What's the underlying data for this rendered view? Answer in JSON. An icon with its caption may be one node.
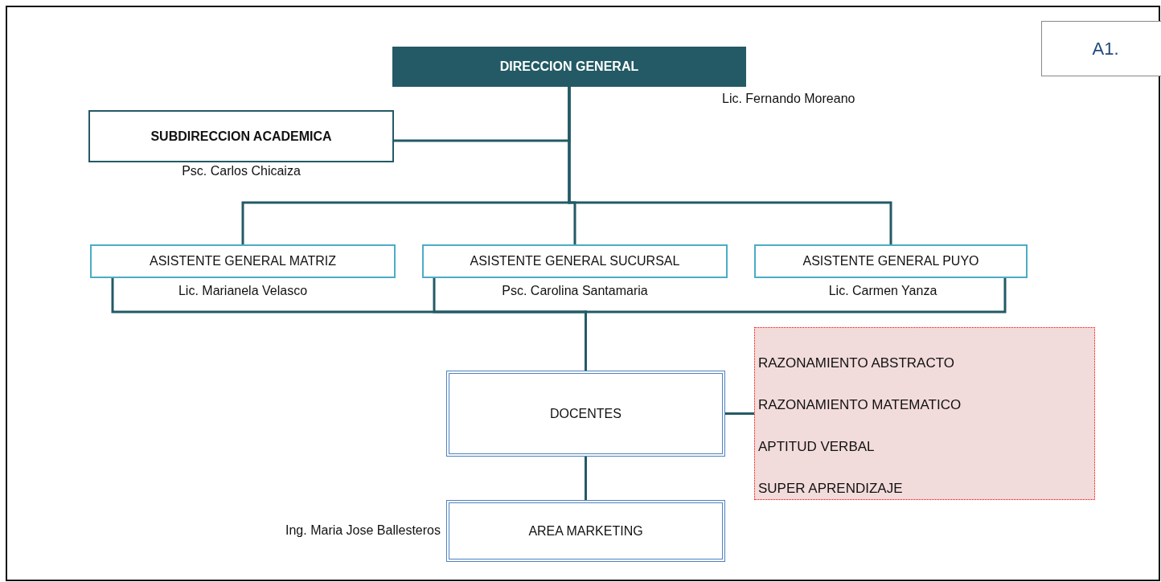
{
  "diagram": {
    "nodes": [
      {
        "text": [
          "DIRECCION GENERAL"
        ],
        "beside": [
          "Lic. Fernando Moreano"
        ]
      },
      {
        "text": [
          "SUBDIRECCION ACADEMICA"
        ],
        "beside": [
          "Psc. Carlos Chicaiza"
        ]
      },
      {
        "text": [
          "ASISTENTE GENERAL MATRIZ"
        ],
        "beside": [
          "Lic. Marianela Velasco"
        ]
      },
      {
        "text": [
          "ASISTENTE GENERAL SUCURSAL"
        ],
        "beside": [
          "Psc. Carolina Santamaria"
        ]
      },
      {
        "text": [
          "ASISTENTE GENERAL PUYO"
        ],
        "beside": [
          "Lic. Carmen Yanza"
        ]
      },
      {
        "text": [
          "DOCENTES"
        ]
      },
      {
        "text": [
          "RAZONAMIENTO ABSTRACTO",
          "RAZONAMIENTO MATEMATICO",
          "APTITUD VERBAL",
          "SUPER APRENDIZAJE"
        ]
      },
      {
        "text": [
          "AREA MARKETING"
        ],
        "beside": [
          "Ing. Maria Jose Ballesteros"
        ]
      },
      {
        "text": [
          "A1."
        ]
      }
    ],
    "edges": [
      {
        "from": 0,
        "to": 1,
        "arrow": "none"
      },
      {
        "from": 0,
        "to": 2,
        "arrow": "none"
      },
      {
        "from": 0,
        "to": 3,
        "arrow": "none"
      },
      {
        "from": 0,
        "to": 4,
        "arrow": "none"
      },
      {
        "from": 2,
        "to": 5,
        "arrow": "none"
      },
      {
        "from": 3,
        "to": 5,
        "arrow": "none"
      },
      {
        "from": 4,
        "to": 5,
        "arrow": "none"
      },
      {
        "from": 5,
        "to": 6,
        "arrow": "none"
      },
      {
        "from": 5,
        "to": 7,
        "arrow": "none"
      }
    ]
  }
}
